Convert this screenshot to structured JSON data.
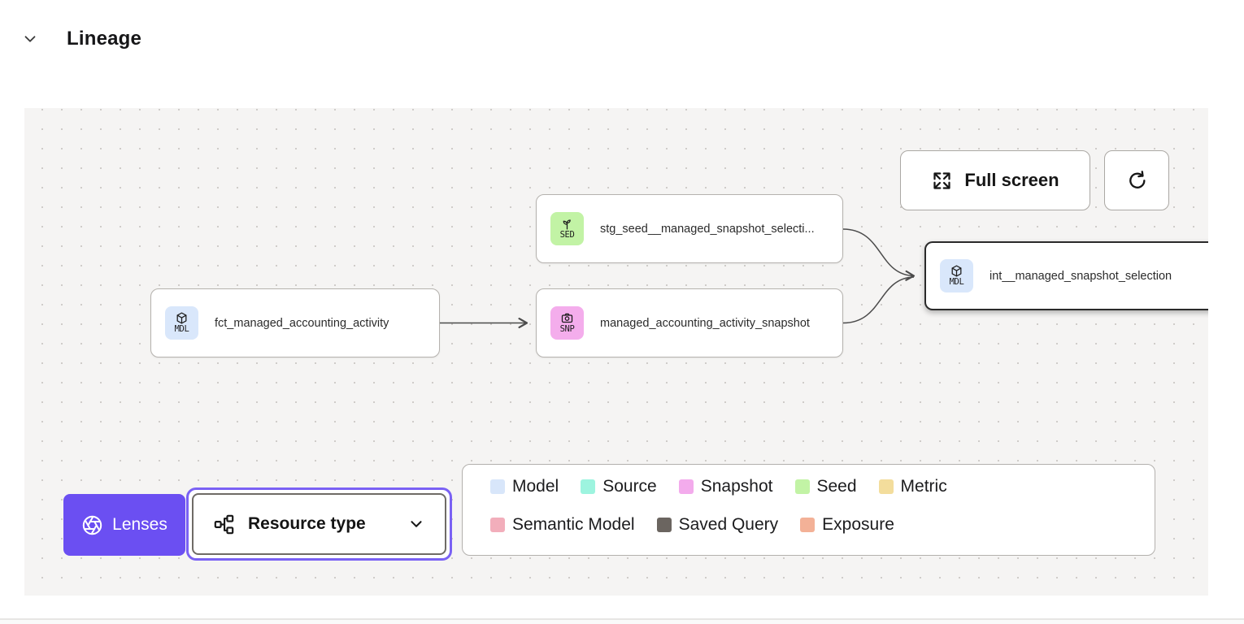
{
  "header": {
    "title": "Lineage"
  },
  "toolbar": {
    "fullscreen_label": "Full screen"
  },
  "lenses": {
    "label": "Lenses"
  },
  "resource_type": {
    "label": "Resource type"
  },
  "nodes": [
    {
      "badge": "SED",
      "label": "stg_seed__managed_snapshot_selecti...",
      "type": "seed",
      "badge_color": "#c2f3a5"
    },
    {
      "badge": "MDL",
      "label": "fct_managed_accounting_activity",
      "type": "model",
      "badge_color": "#d9e7fb"
    },
    {
      "badge": "SNP",
      "label": "managed_accounting_activity_snapshot",
      "type": "snapshot",
      "badge_color": "#f4adec"
    },
    {
      "badge": "MDL",
      "label": "int__managed_snapshot_selection",
      "type": "model",
      "badge_color": "#d9e7fb"
    }
  ],
  "legend": {
    "rows": [
      [
        {
          "label": "Model",
          "color": "#d8e6fa"
        },
        {
          "label": "Source",
          "color": "#9df4df"
        },
        {
          "label": "Snapshot",
          "color": "#f3abec"
        },
        {
          "label": "Seed",
          "color": "#c2f3a5"
        },
        {
          "label": "Metric",
          "color": "#f3dd9c"
        }
      ],
      [
        {
          "label": "Semantic Model",
          "color": "#f2aebb"
        },
        {
          "label": "Saved Query",
          "color": "#6b6560"
        },
        {
          "label": "Exposure",
          "color": "#f3b197"
        }
      ]
    ]
  },
  "colors": {
    "accent_purple": "#6b4ff2",
    "canvas_bg": "#f5f4f3",
    "edge": "#4b4b4b"
  }
}
